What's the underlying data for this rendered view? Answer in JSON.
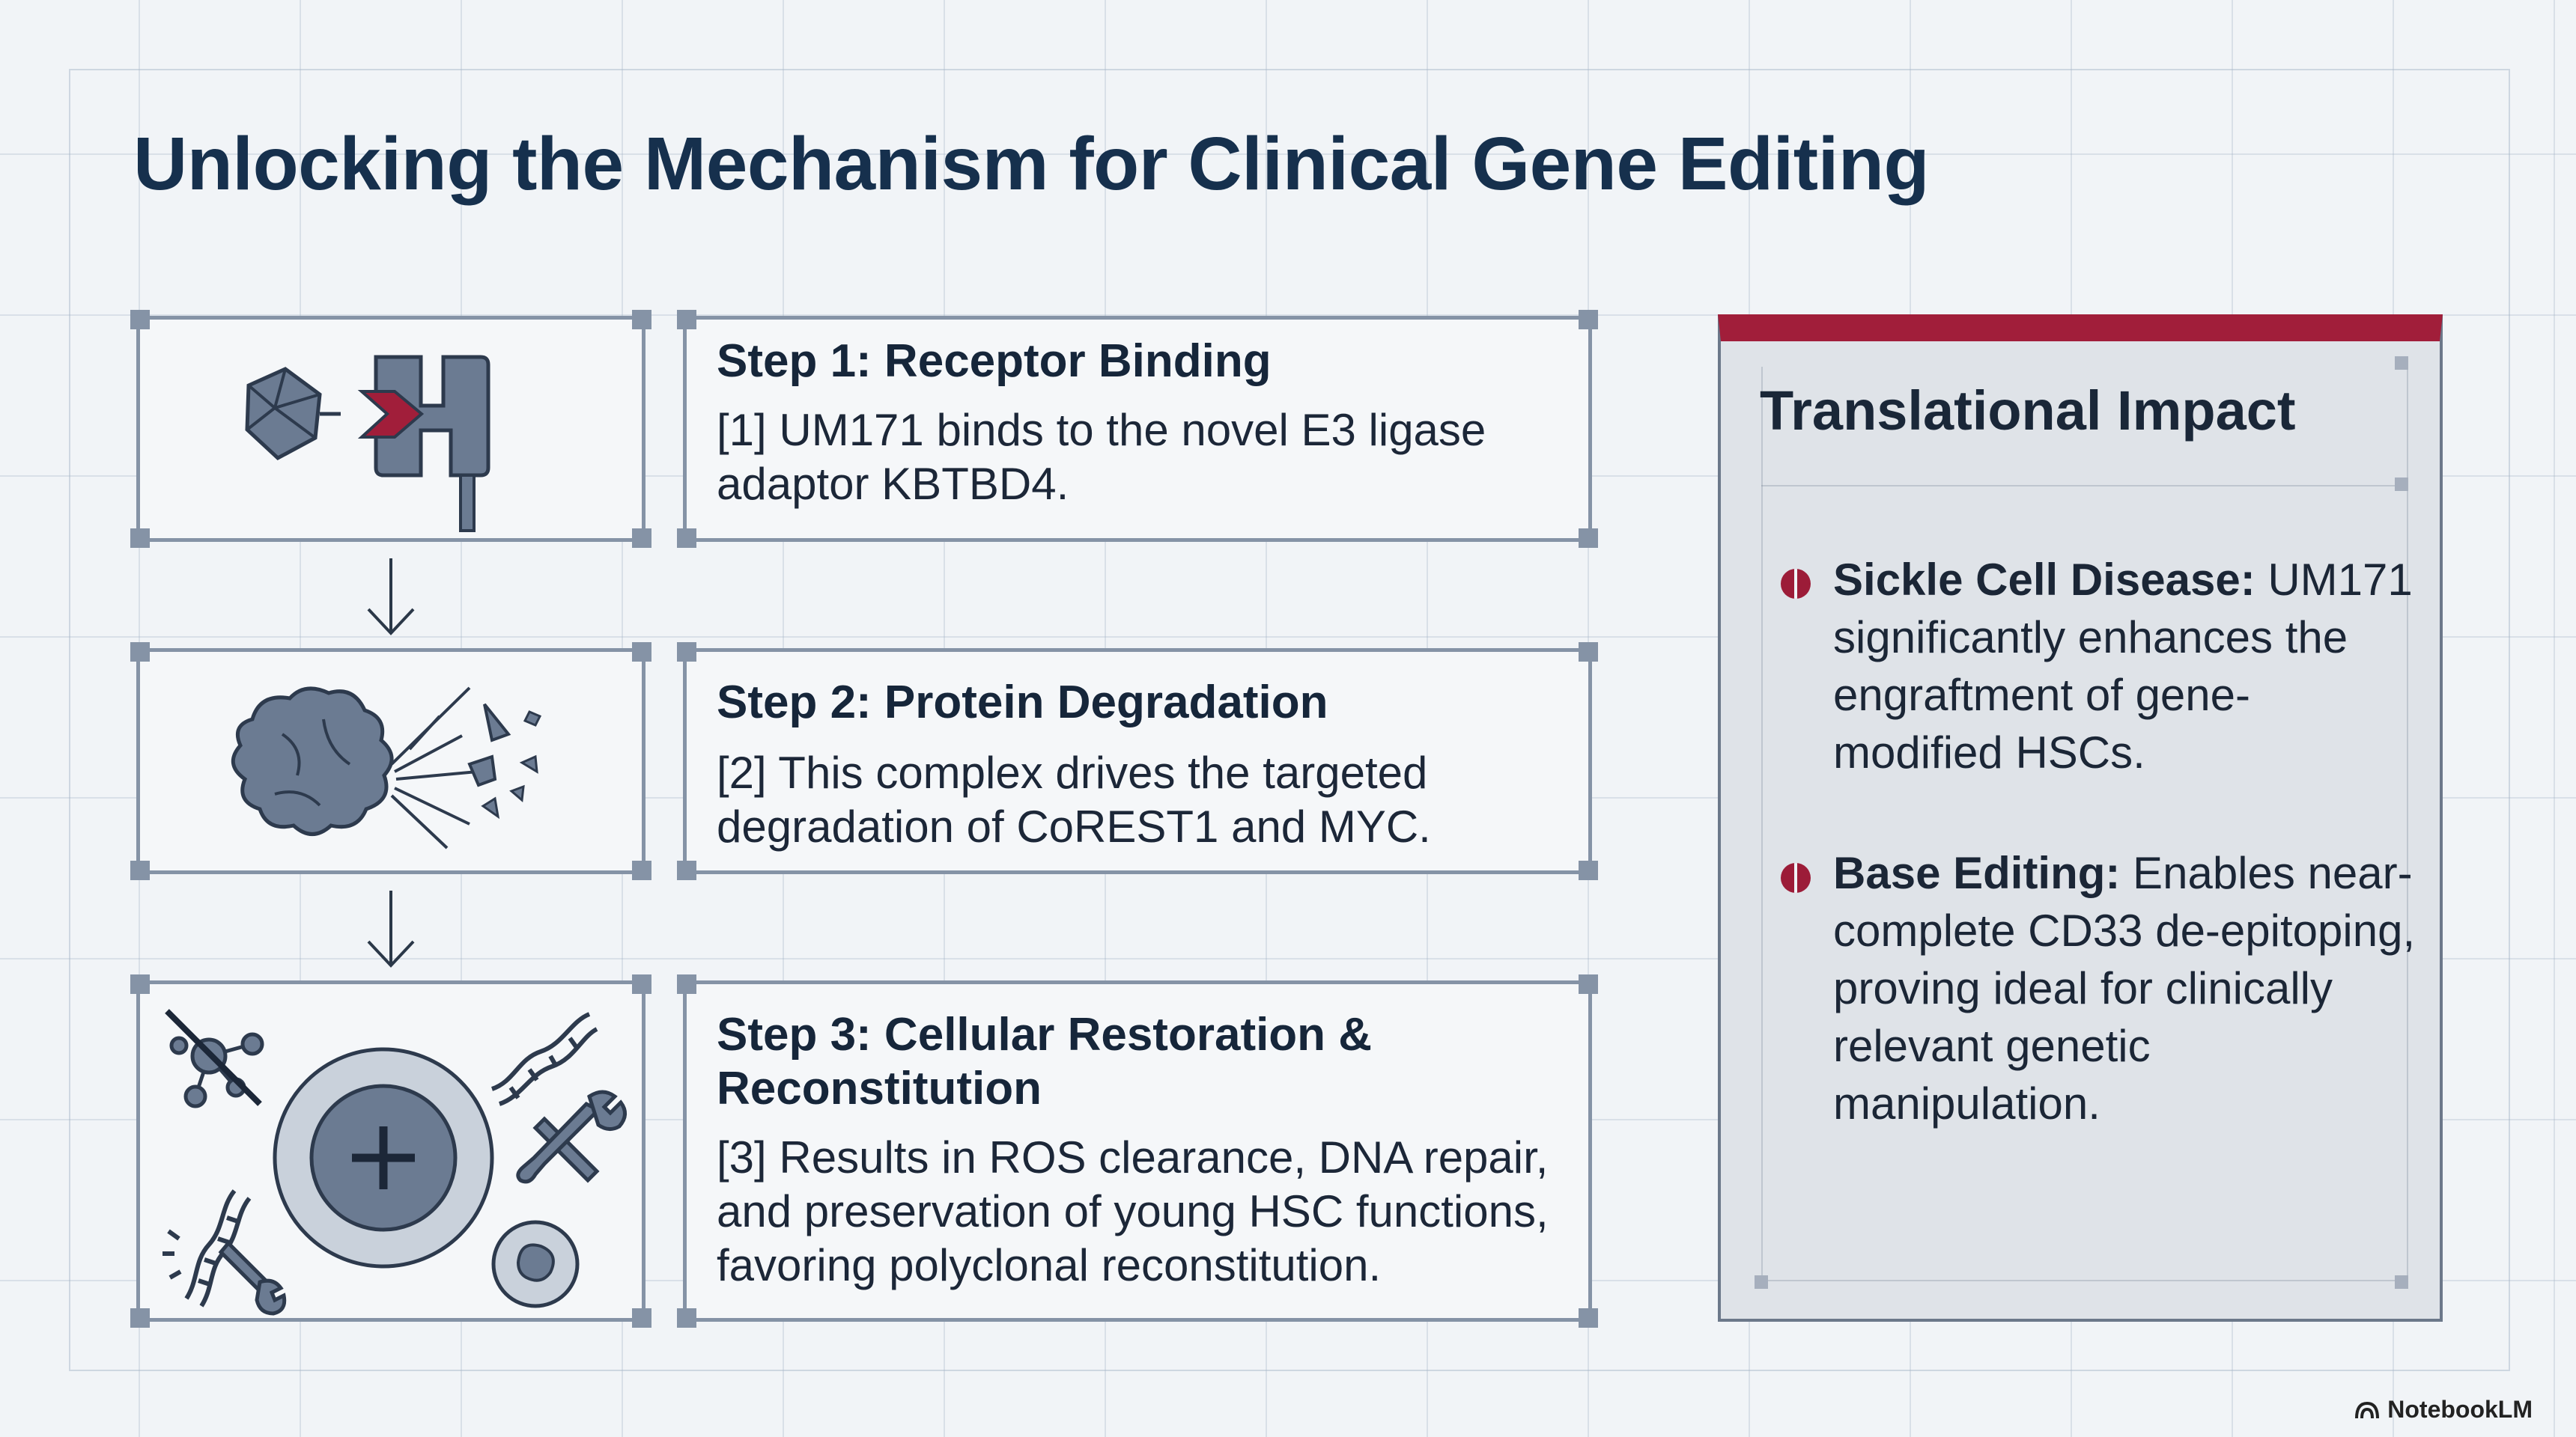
{
  "title": "Unlocking the Mechanism for Clinical Gene Editing",
  "steps": [
    {
      "title": "Step 1: Receptor Binding",
      "text": "[1] UM171 binds to the novel E3 ligase adaptor KBTBD4."
    },
    {
      "title": "Step 2: Protein Degradation",
      "text": "[2] This complex drives the targeted degradation of CoREST1 and MYC."
    },
    {
      "title": "Step 3: Cellular Restoration & Reconstitution",
      "text": "[3] Results in ROS clearance, DNA repair, and preservation of young HSC functions, favoring polyclonal reconstitution."
    }
  ],
  "impact": {
    "title": "Translational Impact",
    "items": [
      {
        "label": "Sickle Cell Disease:",
        "text": " UM171 significantly enhances the engraftment of gene-modified HSCs."
      },
      {
        "label": "Base Editing:",
        "text": " Enables near-complete CD33 de-epitoping, proving ideal for clinically relevant genetic manipulation."
      }
    ]
  },
  "brand": "NotebookLM",
  "icons": {
    "step1": "receptor-binding-icon",
    "step2": "protein-degradation-icon",
    "step3": "cellular-restoration-icon",
    "arrow": "down-arrow-icon"
  },
  "colors": {
    "accent": "#a11e3a",
    "icon_fill": "#6b7b92",
    "border": "#8593a6",
    "title": "#16304d"
  }
}
